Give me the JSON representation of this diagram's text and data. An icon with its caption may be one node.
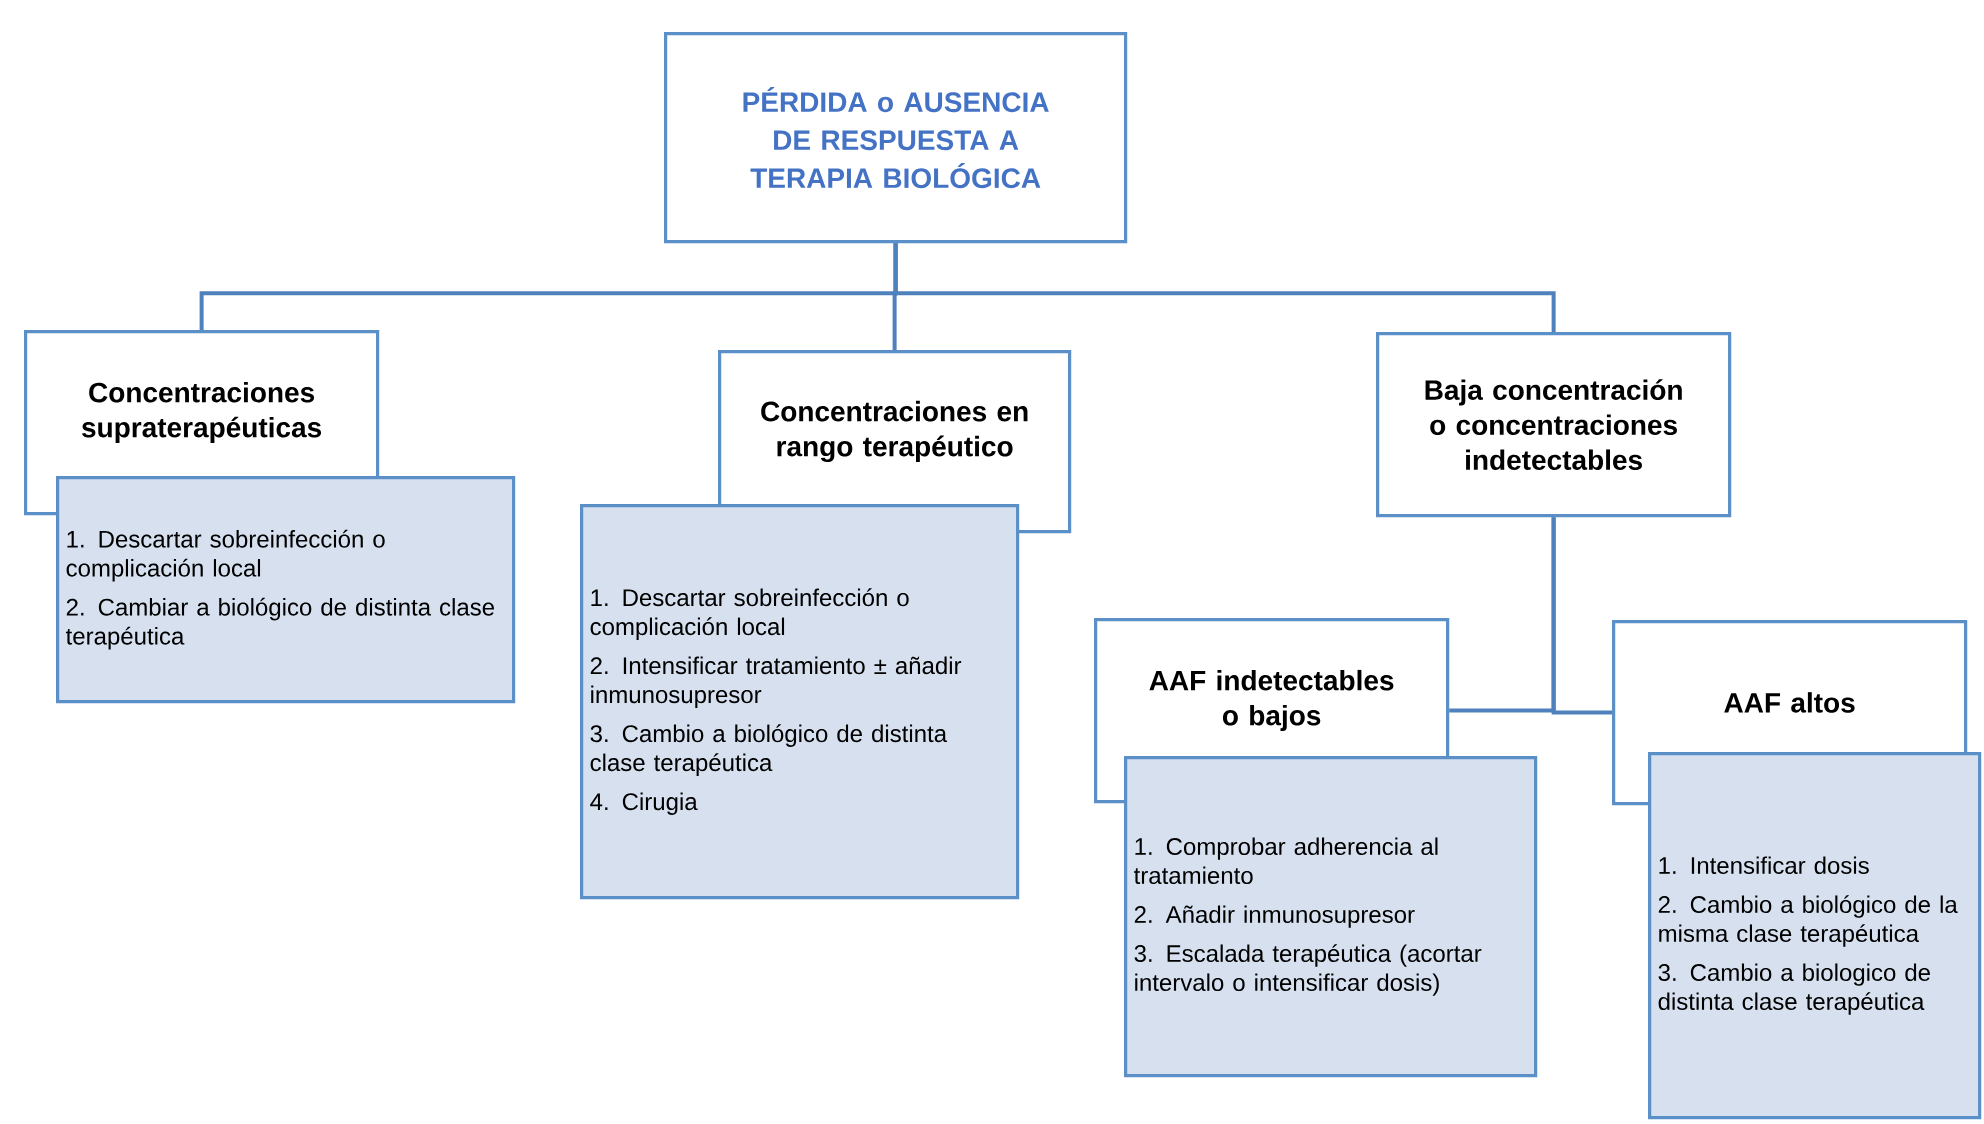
{
  "diagram": {
    "nodes": [
      {
        "text": [
          "PÉRDIDA o AUSENCIA DE RESPUESTA A TERAPIA BIOLÓGICA"
        ]
      },
      {
        "text": [
          "Concentraciones supraterapéuticas"
        ]
      },
      {
        "text": [
          "1. Descartar sobreinfección o complicación local",
          "2. Cambiar a biológico de distinta clase terapéutica"
        ]
      },
      {
        "text": [
          "Concentraciones en rango terapéutico"
        ]
      },
      {
        "text": [
          "1. Descartar sobreinfección o complicación local",
          "2. Intensificar tratamiento ± añadir inmunosupresor",
          "3. Cambio a biológico de distinta clase terapéutica",
          "4. Cirugia"
        ]
      },
      {
        "text": [
          "Baja concentración o concentraciones indetectables"
        ]
      },
      {
        "text": [
          "AAF indetectables o bajos"
        ]
      },
      {
        "text": [
          "1. Comprobar adherencia al tratamiento",
          "2. Añadir inmunosupresor",
          "3. Escalada terapéutica (acortar intervalo o intensificar dosis)"
        ]
      },
      {
        "text": [
          "AAF altos"
        ]
      },
      {
        "text": [
          "1. Intensificar dosis",
          "2. Cambio a biológico de la misma clase terapéutica",
          "3. Cambio a biologico de distinta clase terapéutica"
        ]
      }
    ],
    "edges": [
      {
        "from": 0,
        "to": 1,
        "arrow": "none"
      },
      {
        "from": 0,
        "to": 3,
        "arrow": "none"
      },
      {
        "from": 0,
        "to": 5,
        "arrow": "none"
      },
      {
        "from": 5,
        "to": 6,
        "arrow": "none"
      },
      {
        "from": 5,
        "to": 8,
        "arrow": "none"
      }
    ]
  }
}
